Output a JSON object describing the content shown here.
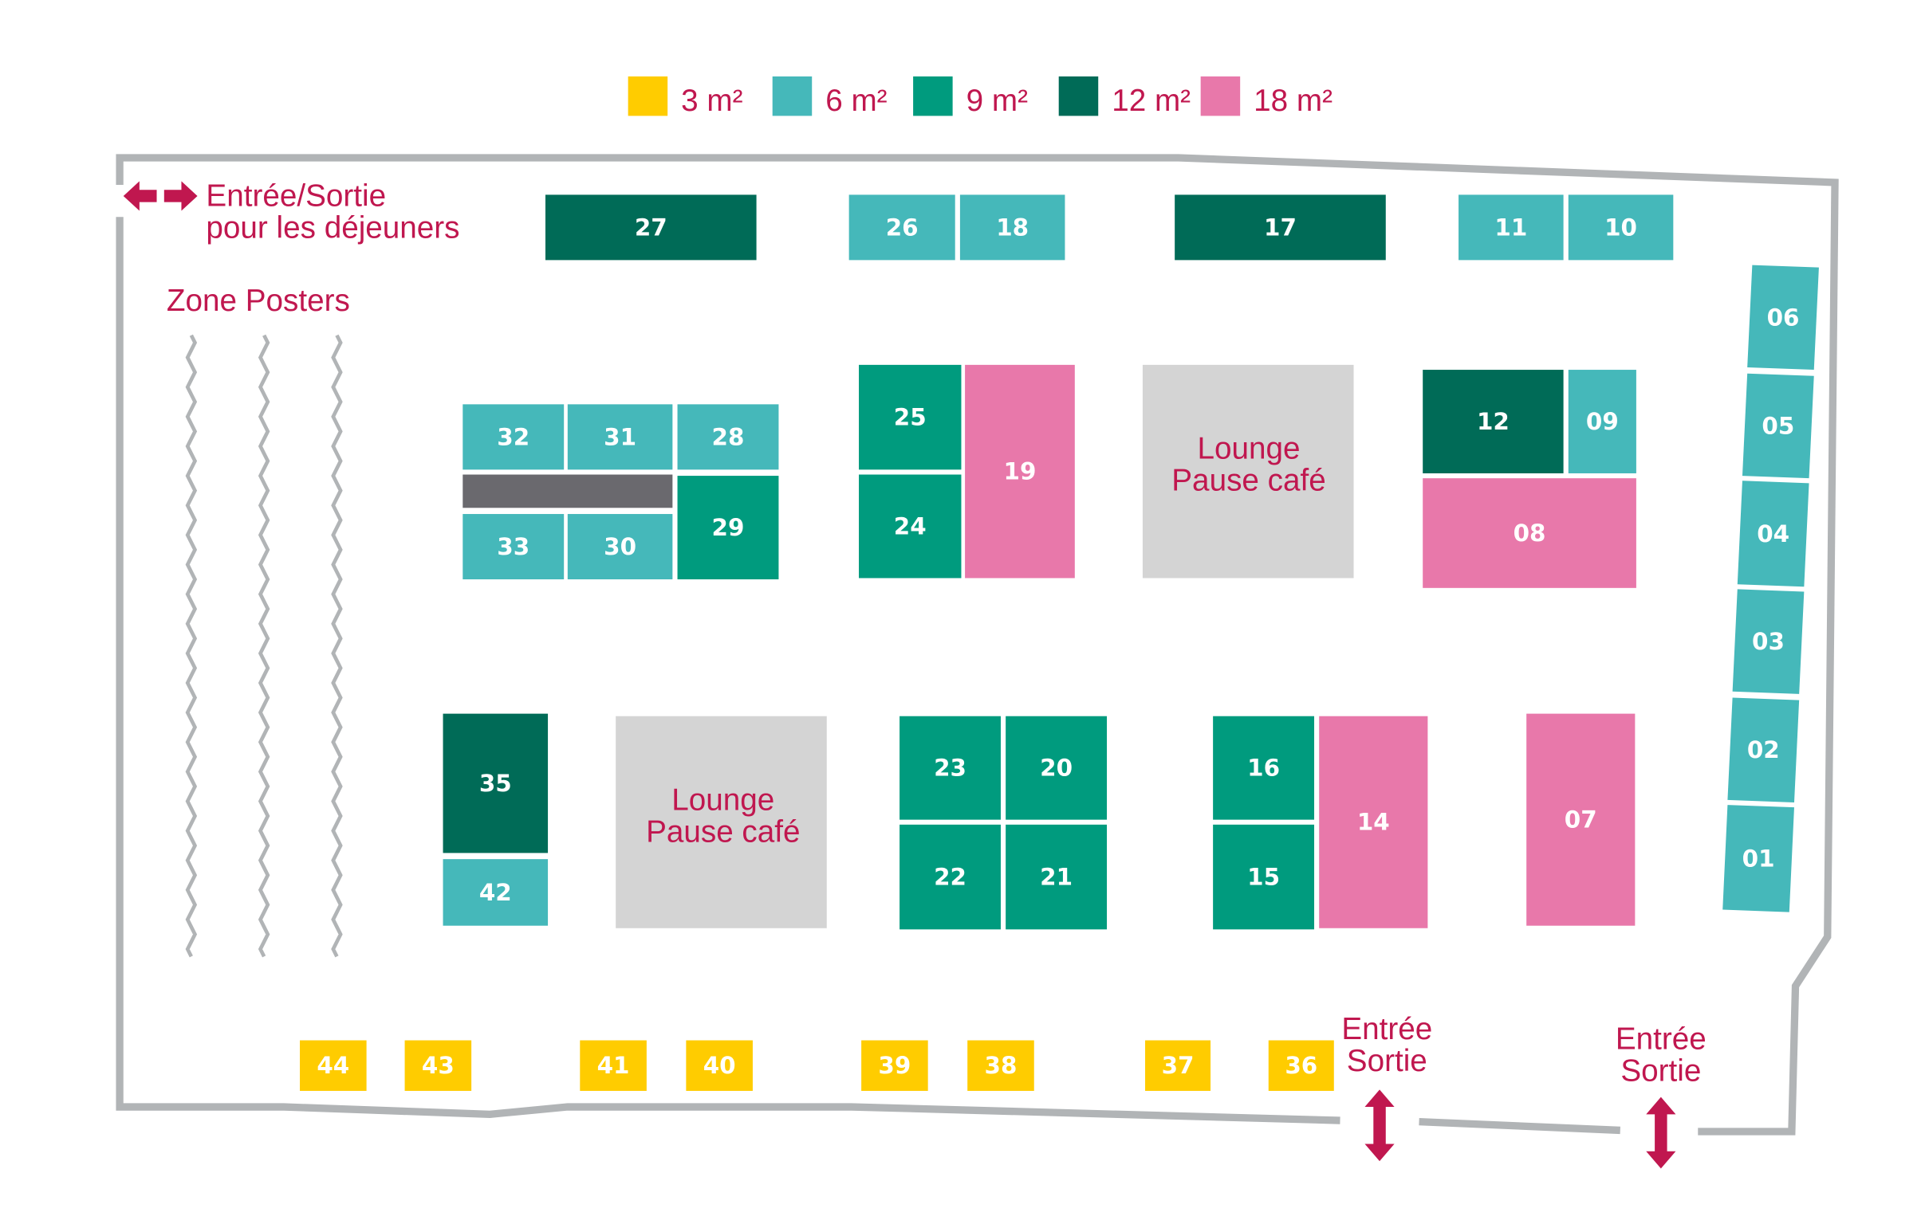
{
  "legend": [
    {
      "label": "3 m²",
      "size": "3",
      "color": "#FFCC00"
    },
    {
      "label": "6 m²",
      "size": "6",
      "color": "#45B8BA"
    },
    {
      "label": "9 m²",
      "size": "9",
      "color": "#009B7E"
    },
    {
      "label": "12 m²",
      "size": "12",
      "color": "#006B57"
    },
    {
      "label": "18 m²",
      "size": "18",
      "color": "#E878AA"
    }
  ],
  "colors": {
    "accent_text": "#C0174F",
    "wall": "#B1B4B6",
    "lounge": "#D4D4D4",
    "blocked": "#6A696E"
  },
  "labels": {
    "lunch_entrance_line1": "Entrée/Sortie",
    "lunch_entrance_line2": "pour les déjeuners",
    "poster_zone": "Zone Posters",
    "lounge_1_line1": "Lounge",
    "lounge_1_line2": "Pause café",
    "lounge_2_line1": "Lounge",
    "lounge_2_line2": "Pause café",
    "entrance_1_line1": "Entrée",
    "entrance_1_line2": "Sortie",
    "entrance_2_line1": "Entrée",
    "entrance_2_line2": "Sortie"
  },
  "booths": [
    {
      "number": "27",
      "size": "12"
    },
    {
      "number": "26",
      "size": "6"
    },
    {
      "number": "18",
      "size": "6"
    },
    {
      "number": "17",
      "size": "12"
    },
    {
      "number": "11",
      "size": "6"
    },
    {
      "number": "10",
      "size": "6"
    },
    {
      "number": "06",
      "size": "6"
    },
    {
      "number": "05",
      "size": "6"
    },
    {
      "number": "04",
      "size": "6"
    },
    {
      "number": "03",
      "size": "6"
    },
    {
      "number": "02",
      "size": "6"
    },
    {
      "number": "01",
      "size": "6"
    },
    {
      "number": "32",
      "size": "6"
    },
    {
      "number": "31",
      "size": "6"
    },
    {
      "number": "28",
      "size": "6"
    },
    {
      "number": "33",
      "size": "6"
    },
    {
      "number": "30",
      "size": "6"
    },
    {
      "number": "29",
      "size": "9"
    },
    {
      "number": "25",
      "size": "9"
    },
    {
      "number": "24",
      "size": "9"
    },
    {
      "number": "19",
      "size": "18"
    },
    {
      "number": "12",
      "size": "12"
    },
    {
      "number": "09",
      "size": "6"
    },
    {
      "number": "08",
      "size": "18"
    },
    {
      "number": "35",
      "size": "12"
    },
    {
      "number": "42",
      "size": "6"
    },
    {
      "number": "23",
      "size": "9"
    },
    {
      "number": "20",
      "size": "9"
    },
    {
      "number": "22",
      "size": "9"
    },
    {
      "number": "21",
      "size": "9"
    },
    {
      "number": "16",
      "size": "9"
    },
    {
      "number": "15",
      "size": "9"
    },
    {
      "number": "14",
      "size": "18"
    },
    {
      "number": "07",
      "size": "18"
    },
    {
      "number": "44",
      "size": "3"
    },
    {
      "number": "43",
      "size": "3"
    },
    {
      "number": "41",
      "size": "3"
    },
    {
      "number": "40",
      "size": "3"
    },
    {
      "number": "39",
      "size": "3"
    },
    {
      "number": "38",
      "size": "3"
    },
    {
      "number": "37",
      "size": "3"
    },
    {
      "number": "36",
      "size": "3"
    }
  ]
}
